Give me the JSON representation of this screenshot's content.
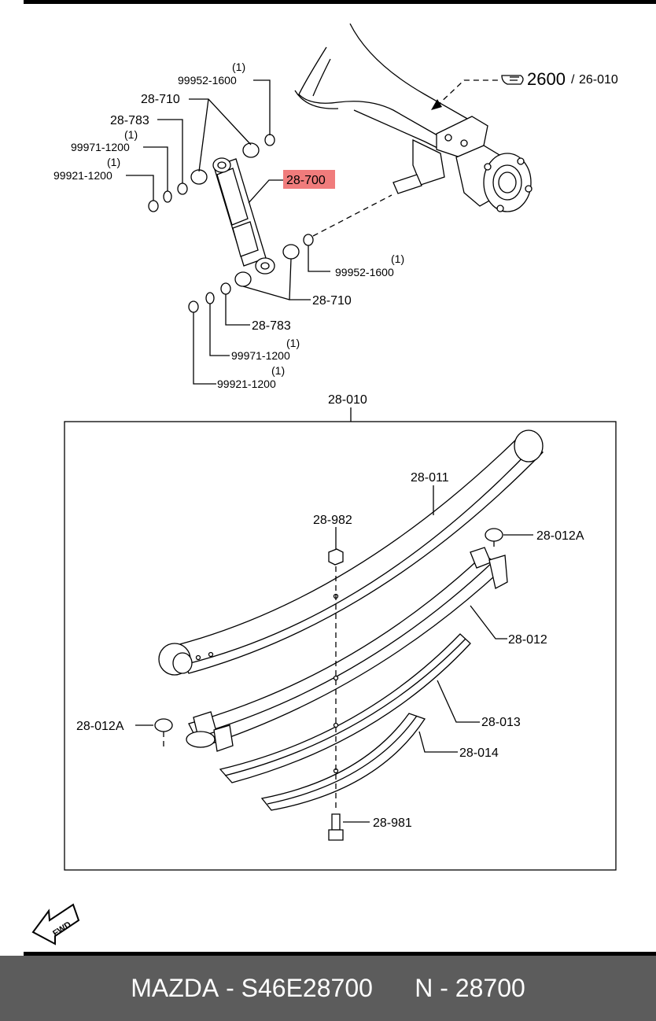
{
  "diagram": {
    "shock_absorber": {
      "highlighted_part": "28-700",
      "upper": {
        "ref_num": "2600",
        "ref_sep": "/",
        "ref_sub": "26-010",
        "nut_part": "99952-1600",
        "nut_qty": "(1)",
        "bush_part": "28-710",
        "washer_part": "28-783",
        "lock_part": "99971-1200",
        "lock_qty": "(1)",
        "nut2_part": "99921-1200",
        "nut2_qty": "(1)"
      },
      "lower": {
        "nut_part": "99952-1600",
        "nut_qty": "(1)",
        "bush_part": "28-710",
        "washer_part": "28-783",
        "lock_part": "99971-1200",
        "lock_qty": "(1)",
        "nut2_part": "99921-1200",
        "nut2_qty": "(1)"
      }
    },
    "leaf_spring": {
      "assembly": "28-010",
      "main_leaf": "28-011",
      "nut": "28-982",
      "pad_right": "28-012A",
      "second_leaf": "28-012",
      "pad_left": "28-012A",
      "third_leaf": "28-013",
      "fourth_leaf": "28-014",
      "center_bolt": "28-981"
    },
    "fwd_label": "FWD",
    "highlight_color": "#f07c7c"
  },
  "footer": {
    "brand": "MAZDA",
    "sep1": " - ",
    "code": "S46E28700",
    "gap": "      ",
    "n_label": "N",
    "sep2": " - ",
    "number": "28700"
  }
}
